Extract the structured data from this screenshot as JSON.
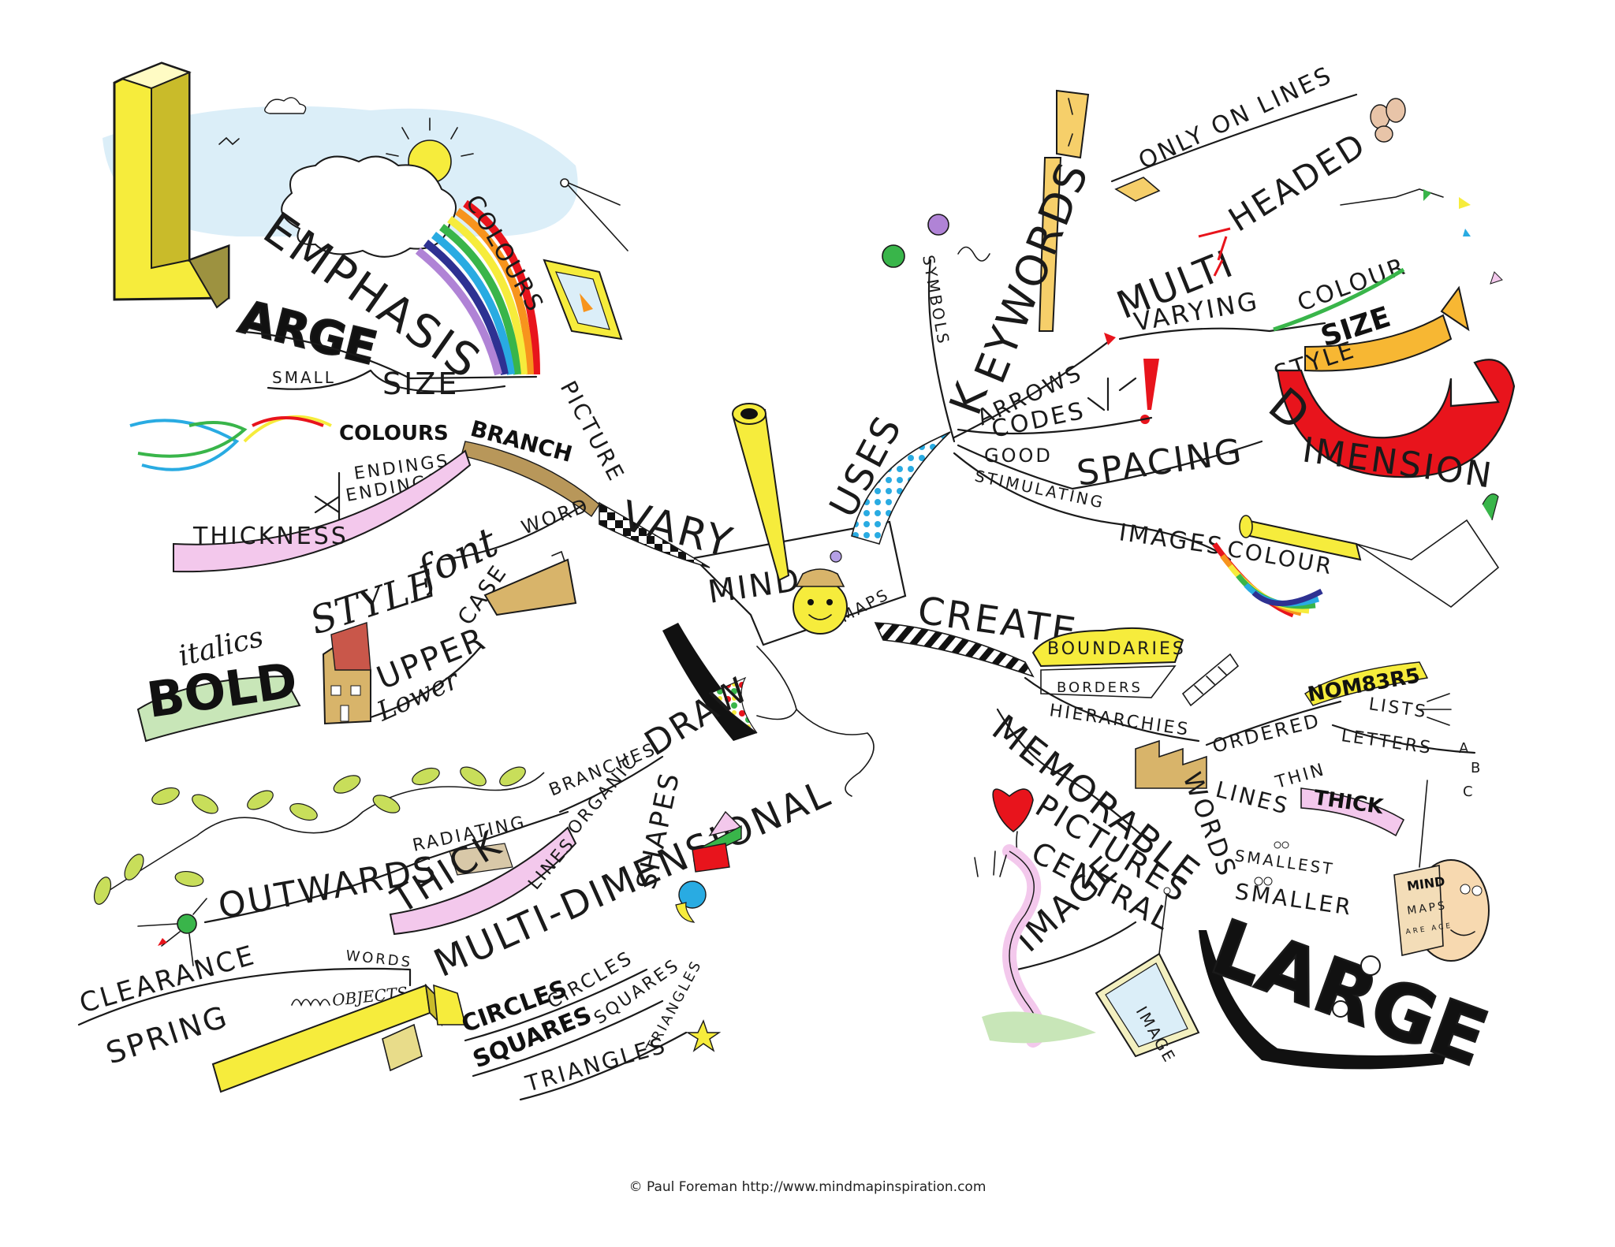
{
  "center": {
    "mind": "MIND",
    "maps": "MAPS"
  },
  "main_branches": {
    "vary": "VARY",
    "uses": "USES",
    "create": "CREATE",
    "draw": "DRAW"
  },
  "vary": {
    "picture": "PICTURE",
    "colours": "COLOURS",
    "emphasis": "EMPHASIS",
    "big_l": "L",
    "large": "ARGE",
    "small": "SMALL",
    "size": "SIZE",
    "branch": "BRANCH",
    "colours_branch": "COLOURS",
    "endings1": "ENDINGS",
    "endings2": "ENDINGS",
    "thickness": "THICKNESS",
    "word": "WORD",
    "font": "font",
    "style": "STYLE",
    "case": "CASE",
    "italics": "italics",
    "bold": "BOLD",
    "upper": "UPPER",
    "lower": "Lower"
  },
  "uses": {
    "symbols": "SYMBOLS",
    "keywords_k": "K",
    "keywords_rest": "EYWORDS",
    "only_on_lines": "ONLY ON LINES",
    "multi": "MULTI",
    "headed": "HEADED",
    "arrows": "ARROWS",
    "varying": "VARYING",
    "colour": "COLOUR",
    "size": "SIZE",
    "style": "STYLE",
    "d": "D",
    "imension": "IMENSION",
    "codes": "CODES",
    "good": "GOOD",
    "spacing": "SPACING",
    "stimulating": "STIMULATING",
    "images": "IMAGES",
    "colour2": "COLOUR"
  },
  "create": {
    "boundaries": "BOUNDARIES",
    "borders": "BORDERS",
    "hierarchies": "HIERARCHIES",
    "memorable": "MEMORABLE",
    "pictures": "PICTURES",
    "central": "CENTRAL",
    "image": "IMAGE",
    "image_frame": "IMAGE",
    "ordered": "ORDERED",
    "nom": "NOM83R5",
    "lists": "LISTS",
    "letters": "LETTERS",
    "abc": [
      "A",
      "B",
      "C"
    ],
    "lines": "LINES",
    "thin": "THIN",
    "thick": "THICK",
    "words": "WORDS",
    "smallest": "SMALLEST",
    "smaller": "SMALLER",
    "large": "LARGE",
    "sign": [
      "MIND",
      "MAPS",
      "ARE ACE"
    ]
  },
  "draw": {
    "branches": "BRANCHES",
    "radiating": "RADIATING",
    "organic": "ORGANIC",
    "thick": "THICK",
    "lines": "LINES",
    "outwards": "OUTWARDS",
    "multi_dimensional": "MULTI-DIMENSIONAL",
    "shapes": "SHAPES",
    "clearance": "CLEARANCE",
    "words": "WORDS",
    "spring": "SPRING",
    "objects": "OBJECTS",
    "circles": "CIRCLES",
    "circles_drawn": "CIRCLES",
    "squares": "SQUARES",
    "squares_drawn": "SQUARES",
    "triangles": "TRIANGLES",
    "triangles_drawn": "TRIANGLES"
  },
  "credit": "© Paul Foreman http://www.mindmapinspiration.com",
  "colors": {
    "yellow": "#f6ec3c",
    "red": "#e8141c",
    "pink": "#f3c8ec",
    "green": "#2fbf2f",
    "sky": "#dbeef8",
    "rainbow": [
      "#e8141c",
      "#f7941d",
      "#f6ec3c",
      "#39b54a",
      "#29abe2",
      "#2e3192",
      "#b083d6"
    ]
  }
}
